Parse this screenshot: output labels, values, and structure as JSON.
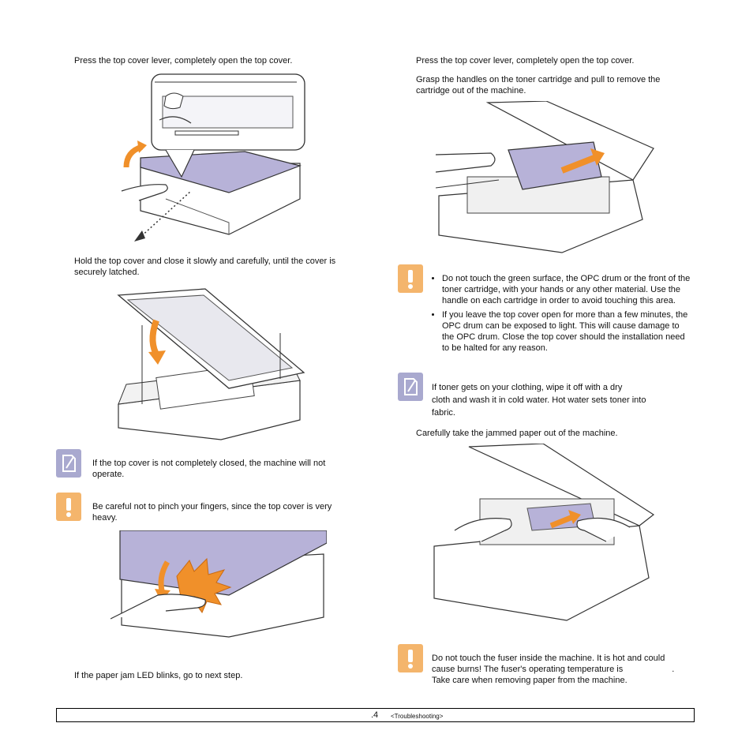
{
  "left": {
    "step_open": "Press the top cover lever, completely open the top cover.",
    "step_close": "Hold the top cover and close it slowly and carefully, until the cover is securely latched.",
    "note_closed": "If the top cover is not completely closed, the machine will not operate.",
    "caution_pinch": "Be careful not to pinch your fingers, since the top cover is very heavy.",
    "step_led": "If the paper jam LED blinks, go to next step."
  },
  "right": {
    "step_open": "Press the top cover lever, completely open the top cover.",
    "step_grasp": "Grasp the handles on the toner cartridge and pull to remove the cartridge out of the machine.",
    "caution_items": [
      "Do not touch the green surface, the OPC drum or the front of the toner cartridge, with your hands or any other material. Use the handle on each cartridge in order to avoid touching this area.",
      "If you leave the top cover open for more than a few minutes, the OPC drum can be exposed to light. This will cause damage to the OPC drum. Close the top cover should the installation need to be halted for any reason."
    ],
    "note_toner_1": "If toner gets on your clothing, wipe it off with a dry",
    "note_toner_2": "cloth and wash it in cold water. Hot water sets toner into",
    "note_toner_3": "fabric.",
    "step_take": "Carefully take the jammed paper out of the machine.",
    "caution_fuser_1": "Do not touch the fuser inside the machine. It is hot and could",
    "caution_fuser_2": "cause burns! The fuser's operating temperature is",
    "caution_fuser_2b": ".",
    "caution_fuser_3": "Take care when removing paper from the machine."
  },
  "footer": {
    "page": ".4",
    "section": "<Troubleshooting>"
  },
  "colors": {
    "cover": "#b7b2d8",
    "arrow": "#f0902a",
    "caution_icon": "#f4b56c",
    "note_icon": "#a9a9cf"
  }
}
